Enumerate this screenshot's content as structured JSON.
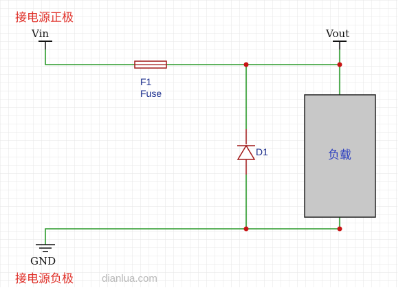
{
  "annotations": {
    "positive": "接电源正极",
    "negative": "接电源负极"
  },
  "nodes": {
    "vin": "Vin",
    "vout": "Vout",
    "gnd": "GND"
  },
  "components": {
    "fuse": {
      "ref": "F1",
      "type": "Fuse"
    },
    "diode": {
      "ref": "D1"
    },
    "load": {
      "label": "负载"
    }
  },
  "watermark": "dianlua.com",
  "colors": {
    "wire": "#2a9a2a",
    "component": "#a01818",
    "junction": "#c81414",
    "load_fill": "#c8c8c8",
    "annotation": "#e0322b",
    "component_label": "#1a2d8c",
    "load_label": "#2d3fc0",
    "grid": "#e6e6e6"
  }
}
